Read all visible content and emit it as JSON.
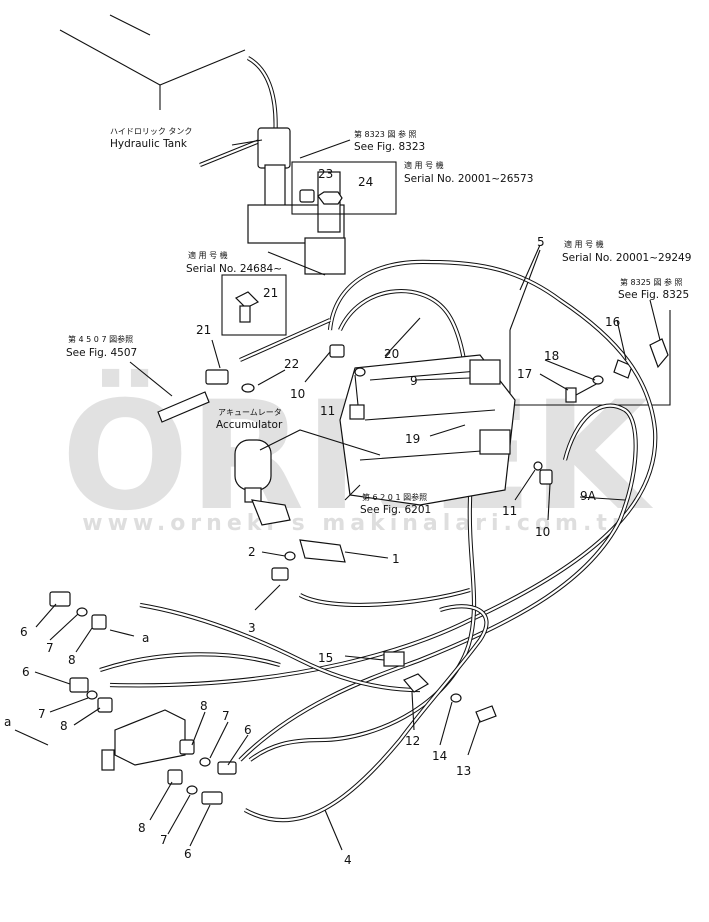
{
  "watermark": {
    "brand": "ÖRNEK",
    "url": "www.orneki s makinalari.com.tr"
  },
  "captions": {
    "hydraulic_tank_jp": "ハイドロリック タンク",
    "hydraulic_tank": "Hydraulic Tank",
    "fig8323_jp": "第 8323 図 参 照",
    "fig8323": "See Fig. 8323",
    "serial_a_jp": "適 用 号 機",
    "serial_a": "Serial No. 20001~26573",
    "serial_b_jp": "適 用 号 機",
    "serial_b": "Serial No. 24684~",
    "serial_c_jp": "適 用 号 機",
    "serial_c": "Serial No. 20001~29249",
    "fig8325_jp": "第 8325 図 参 照",
    "fig8325": "See Fig. 8325",
    "fig4507_jp": "第 4 5 0 7 図参照",
    "fig4507": "See Fig. 4507",
    "accumulator_jp": "アキュームレータ",
    "accumulator": "Accumulator",
    "fig6201_jp": "第 6 2 0 1 図参照",
    "fig6201": "See Fig. 6201"
  },
  "part_numbers": {
    "p1": "1",
    "p2": "2",
    "p3": "3",
    "p4": "4",
    "p5": "5",
    "p6a": "6",
    "p6b": "6",
    "p6c": "6",
    "p6d": "6",
    "p7a": "7",
    "p7b": "7",
    "p7c": "7",
    "p7d": "7",
    "p8a": "8",
    "p8b": "8",
    "p8c": "8",
    "p8d": "8",
    "p9": "9",
    "p9a": "9A",
    "p10a": "10",
    "p10b": "10",
    "p11a": "11",
    "p11b": "11",
    "p12": "12",
    "p13": "13",
    "p14": "14",
    "p15": "15",
    "p16": "16",
    "p17": "17",
    "p18": "18",
    "p19": "19",
    "p20": "20",
    "p21a": "21",
    "p21b": "21",
    "p22": "22",
    "p23": "23",
    "p24": "24",
    "ref_a1": "a",
    "ref_a2": "a"
  }
}
